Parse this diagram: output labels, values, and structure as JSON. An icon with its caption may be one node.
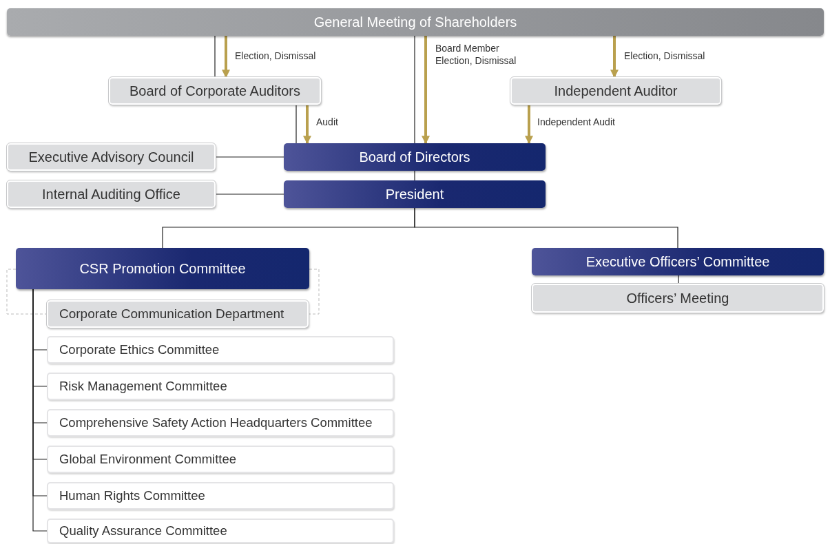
{
  "diagram": {
    "nodes": [
      {
        "text": [
          "General Meeting of Shareholders"
        ]
      },
      {
        "text": [
          "Board of Corporate Auditors"
        ]
      },
      {
        "text": [
          "Independent Auditor"
        ]
      },
      {
        "text": [
          "Executive Advisory Council"
        ]
      },
      {
        "text": [
          "Board of Directors"
        ]
      },
      {
        "text": [
          "Internal Auditing Office"
        ]
      },
      {
        "text": [
          "President"
        ]
      },
      {
        "text": [
          "CSR Promotion Committee"
        ]
      },
      {
        "text": [
          "Executive Officers’ Committee"
        ]
      },
      {
        "text": [
          "Corporate Communication Department"
        ]
      },
      {
        "text": [
          "Corporate Ethics Committee"
        ]
      },
      {
        "text": [
          "Risk Management Committee"
        ]
      },
      {
        "text": [
          "Comprehensive Safety Action Headquarters Committee"
        ]
      },
      {
        "text": [
          "Global Environment Committee"
        ]
      },
      {
        "text": [
          "Human Rights Committee"
        ]
      },
      {
        "text": [
          "Quality Assurance Committee"
        ]
      },
      {
        "text": [
          "Officers’ Meeting"
        ]
      }
    ],
    "edges": [
      {
        "from": 0,
        "to": 1,
        "arrow": "to",
        "label": "Election, Dismissal",
        "style": "thick",
        "color": "#b9a04e"
      },
      {
        "from": 0,
        "to": 4,
        "arrow": "to",
        "label": "Board Member Election, Dismissal",
        "style": "thick",
        "color": "#b9a04e"
      },
      {
        "from": 0,
        "to": 2,
        "arrow": "to",
        "label": "Election, Dismissal",
        "style": "thick",
        "color": "#b9a04e"
      },
      {
        "from": 1,
        "to": 4,
        "arrow": "to",
        "label": "Audit",
        "style": "thick",
        "color": "#b9a04e"
      },
      {
        "from": 2,
        "to": 4,
        "arrow": "to",
        "label": "Independent Audit",
        "style": "thick",
        "color": "#b9a04e"
      },
      {
        "from": 0,
        "to": 1,
        "arrow": "none"
      },
      {
        "from": 0,
        "to": 4,
        "arrow": "none"
      },
      {
        "from": 1,
        "to": 4,
        "arrow": "none"
      },
      {
        "from": 3,
        "to": 4,
        "arrow": "none"
      },
      {
        "from": 4,
        "to": 6,
        "arrow": "none"
      },
      {
        "from": 5,
        "to": 6,
        "arrow": "none"
      },
      {
        "from": 6,
        "to": 7,
        "arrow": "none"
      },
      {
        "from": 6,
        "to": 8,
        "arrow": "none"
      },
      {
        "from": 8,
        "to": 16,
        "arrow": "none"
      },
      {
        "from": 7,
        "to": 10,
        "arrow": "none"
      },
      {
        "from": 7,
        "to": 11,
        "arrow": "none"
      },
      {
        "from": 7,
        "to": 12,
        "arrow": "none"
      },
      {
        "from": 7,
        "to": 13,
        "arrow": "none"
      },
      {
        "from": 7,
        "to": 14,
        "arrow": "none"
      },
      {
        "from": 7,
        "to": 15,
        "arrow": "none"
      }
    ]
  }
}
